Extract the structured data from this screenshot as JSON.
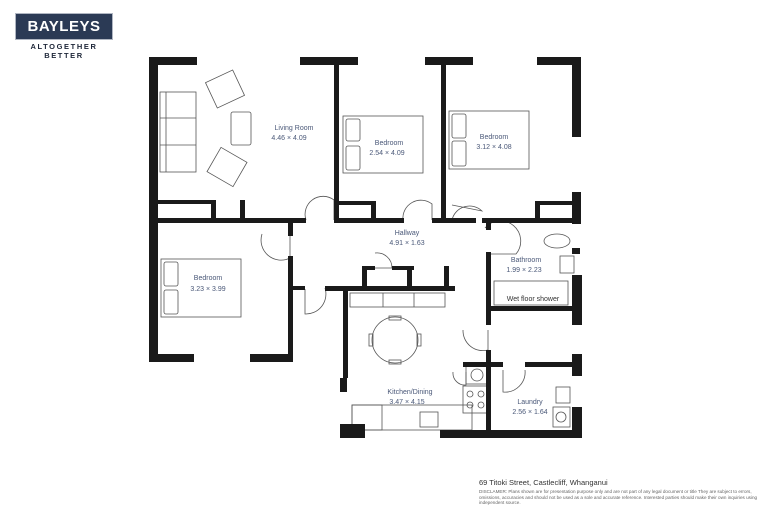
{
  "brand": {
    "name": "BAYLEYS",
    "tagline_line1": "ALTOGETHER",
    "tagline_line2": "BETTER",
    "primary_color": "#2b3a55"
  },
  "rooms": [
    {
      "name": "Living Room",
      "dims": "4.46 × 4.09"
    },
    {
      "name": "Bedroom",
      "dims": "2.54 × 4.09"
    },
    {
      "name": "Bedroom",
      "dims": "3.12 × 4.08"
    },
    {
      "name": "Hallway",
      "dims": "4.91 × 1.63"
    },
    {
      "name": "Bathroom",
      "dims": "1.99 × 2.23"
    },
    {
      "name": "Bedroom",
      "dims": "3.23 × 3.99"
    },
    {
      "name": "Kitchen/Dining",
      "dims": "3.47 × 4.15"
    },
    {
      "name": "Laundry",
      "dims": "2.56 × 1.64"
    }
  ],
  "fixtures": {
    "shower_label": "Wet floor shower"
  },
  "footer": {
    "address": "69 Titoki Street, Castlecliff, Whanganui",
    "disclaimer": "DISCLAMER: Plans shown are for presentation purpose only and are not part of any legal document or title They are subject to errors, omissions, accuracies and should not be used as a sole and accurate reference. Interested parties should make their own inquiries using independent source."
  },
  "colors": {
    "wall": "#1a1a1a",
    "label": "#4a5878",
    "furniture_stroke": "#444444"
  }
}
